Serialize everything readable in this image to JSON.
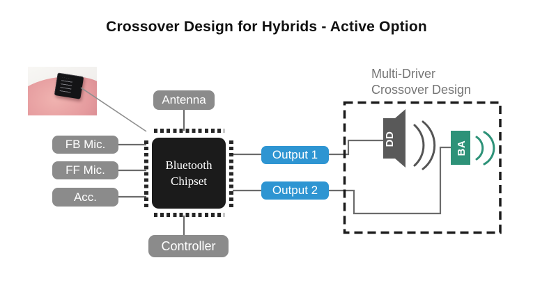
{
  "title": "Crossover Design for Hybrids - Active Option",
  "chip": {
    "line1": "Bluetooth",
    "line2": "Chipset"
  },
  "antenna": {
    "label": "Antenna"
  },
  "controller": {
    "label": "Controller"
  },
  "inputs": [
    {
      "label": "FB Mic."
    },
    {
      "label": "FF Mic."
    },
    {
      "label": "Acc."
    }
  ],
  "outputs": [
    {
      "label": "Output 1"
    },
    {
      "label": "Output 2"
    }
  ],
  "crossover": {
    "title_line1": "Multi-Driver",
    "title_line2": "Crossover Design",
    "drivers": [
      {
        "label": "DD"
      },
      {
        "label": "BA"
      }
    ]
  },
  "colors": {
    "label_gray": "#8b8b8b",
    "output_blue": "#2e95d2",
    "ba_green": "#2d9278",
    "dd_gray": "#595959",
    "wire_gray": "#6b6b6b",
    "dashed_border": "#1a1a1a",
    "crossover_title_gray": "#757575"
  }
}
